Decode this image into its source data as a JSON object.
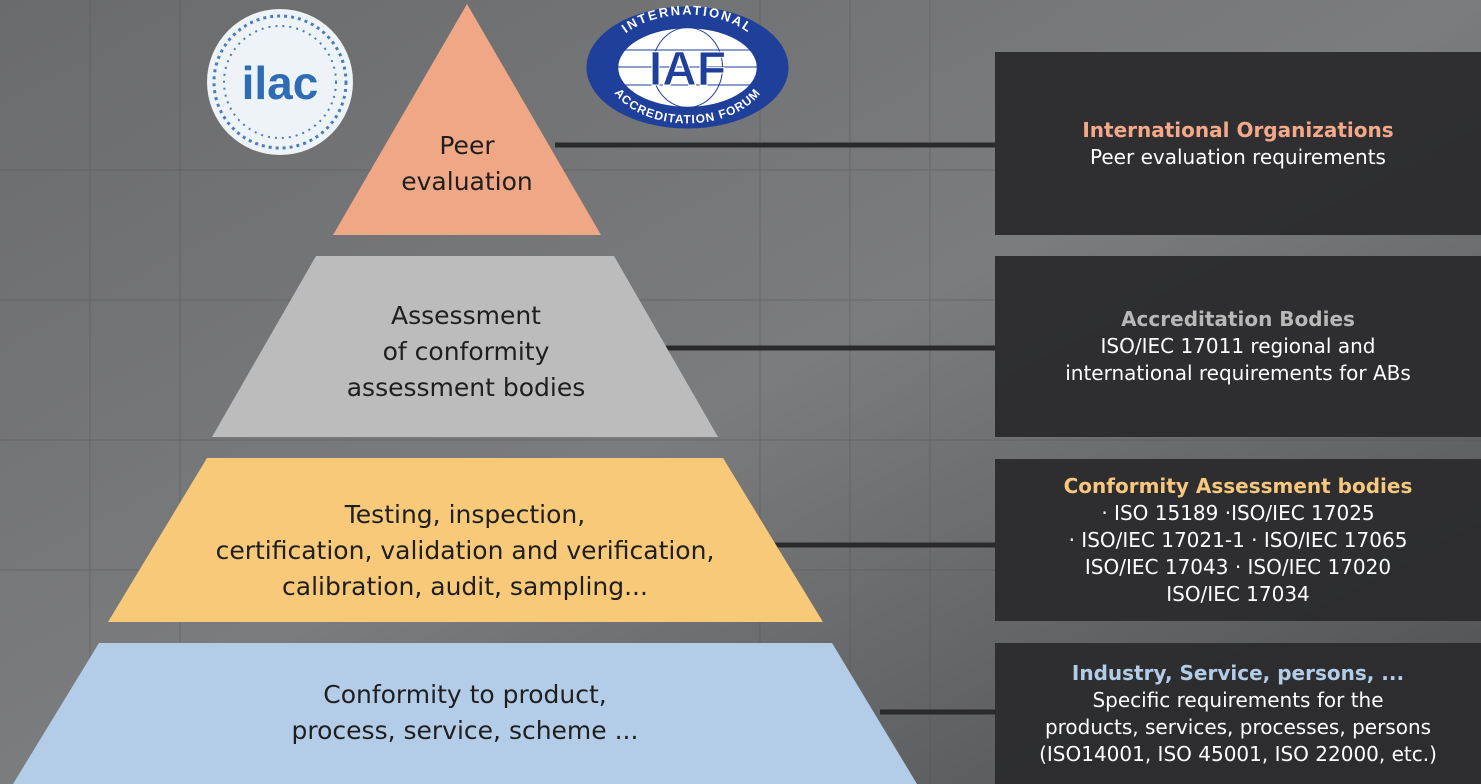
{
  "logos": {
    "ilac": "ilac",
    "iaf_main": "IAF",
    "iaf_ring_top": "INTERNATIONAL",
    "iaf_ring_bottom": "ACCREDITATION FORUM"
  },
  "pyramid": [
    {
      "label": "Peer\nevaluation",
      "color": "#f0a786"
    },
    {
      "label": "Assessment\nof conformity\nassessment bodies",
      "color": "#bcbcbc"
    },
    {
      "label": "Testing, inspection,\ncertification, validation and verification,\ncalibration, audit, sampling...",
      "color": "#f7c978"
    },
    {
      "label": "Conformity to product,\nprocess, service, scheme ...",
      "color": "#b3cde8"
    }
  ],
  "panels": [
    {
      "title": "International Organizations",
      "title_color": "#f3a98a",
      "body": "Peer evaluation requirements"
    },
    {
      "title": "Accreditation Bodies",
      "title_color": "#b8b8b8",
      "body": "ISO/IEC 17011 regional and\ninternational requirements for ABs"
    },
    {
      "title": "Conformity Assessment bodies",
      "title_color": "#f6c77c",
      "body": "· ISO 15189 ·ISO/IEC 17025\n· ISO/IEC 17021-1 · ISO/IEC 17065\nISO/IEC 17043 · ISO/IEC 17020\nISO/IEC 17034"
    },
    {
      "title": "Industry, Service, persons, ...",
      "title_color": "#b3cde8",
      "body": "Specific requirements for the\nproducts, services, processes, persons\n(ISO14001, ISO 45001, ISO 22000, etc.)"
    }
  ]
}
